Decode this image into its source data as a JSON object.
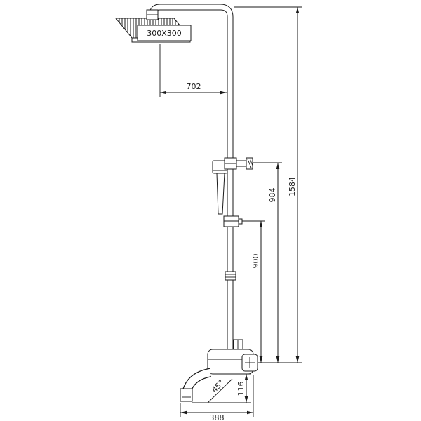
{
  "diagram": {
    "labels": {
      "head_size": "300X300",
      "head_offset": "702",
      "total_height": "1584",
      "hand_shower_height": "984",
      "riser_height": "900",
      "spout_angle": "45°",
      "spout_drop": "116",
      "spout_reach": "388"
    },
    "colors": {
      "line": "#1a1a1a",
      "background": "#ffffff"
    }
  }
}
